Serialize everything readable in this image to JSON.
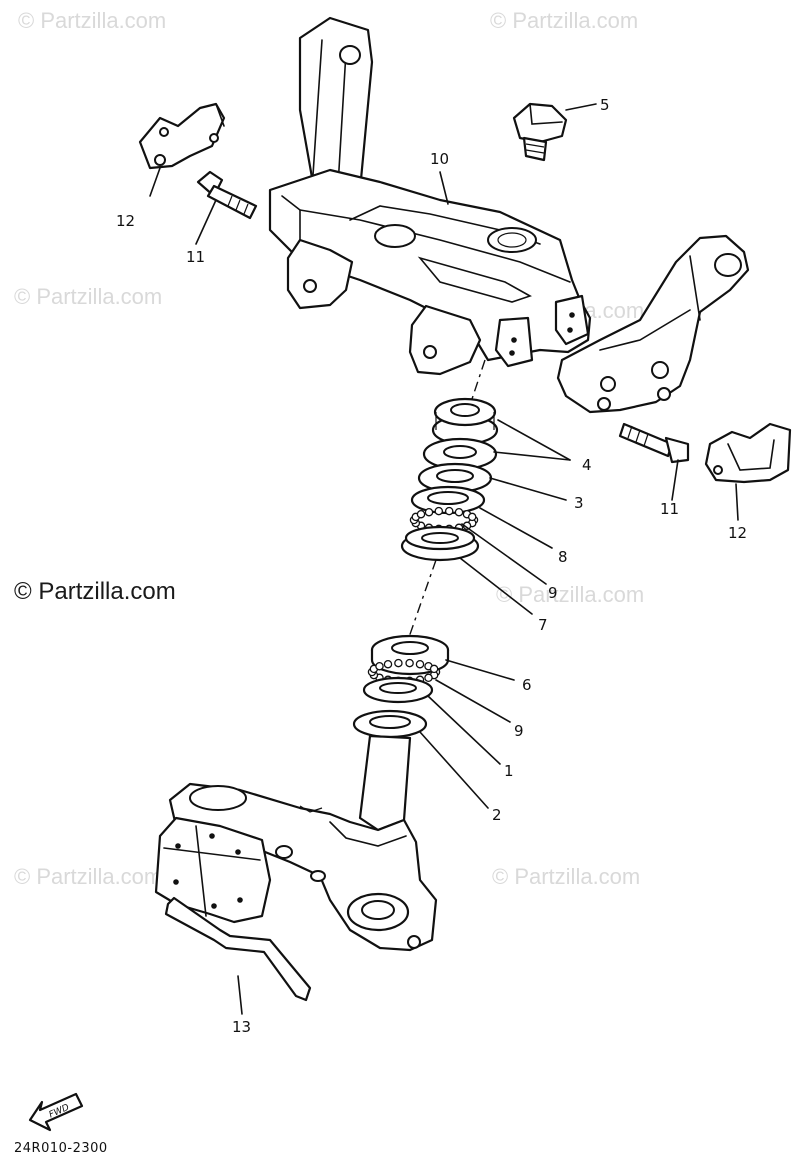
{
  "watermarks": {
    "wm_top_left": "© Partzilla.com",
    "wm_top_right": "© Partzilla.com",
    "wm_mid_left": "© Partzilla.com",
    "wm_mid_right": "© Partzilla.com",
    "wm_left_dark": "© Partzilla.com",
    "wm_mid_right2": "© Partzilla.com",
    "wm_low_left": "© Partzilla.com",
    "wm_low_right": "© Partzilla.com"
  },
  "callouts": {
    "c1": "1",
    "c2": "2",
    "c3": "3",
    "c4": "4",
    "c5": "5",
    "c6": "6",
    "c7": "7",
    "c8": "8",
    "c9a": "9",
    "c9b": "9",
    "c10": "10",
    "c11a": "11",
    "c11b": "11",
    "c12a": "12",
    "c12b": "12",
    "c13": "13"
  },
  "fwd_label": "FWD",
  "diagram_code": "24R010-2300",
  "colors": {
    "ink": "#111111",
    "watermark": "#d9d9d9",
    "background": "#ffffff"
  }
}
